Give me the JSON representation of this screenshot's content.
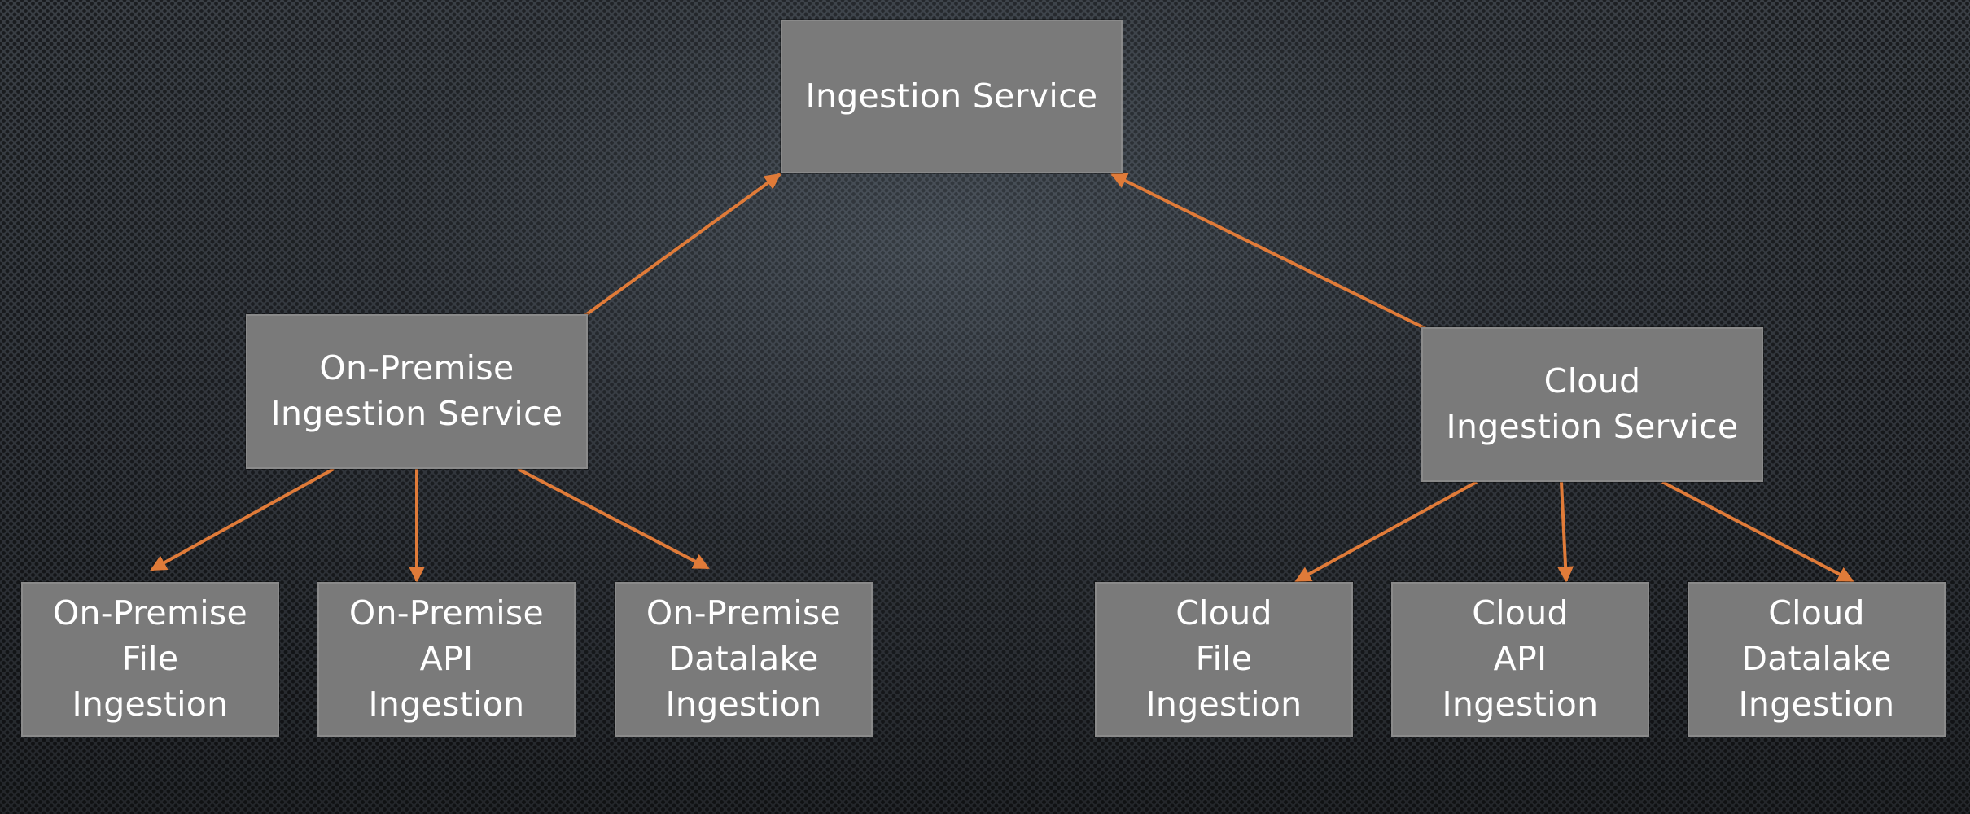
{
  "colors": {
    "node_fill": "#7a7a7a",
    "node_text": "#ffffff",
    "edge": "#e07b39",
    "background": "#2e3237"
  },
  "nodes": {
    "root": {
      "label": "Ingestion Service"
    },
    "onprem": {
      "label": "On-Premise\nIngestion Service"
    },
    "cloud": {
      "label": "Cloud\nIngestion Service"
    },
    "onprem_file": {
      "label": "On-Premise\nFile\nIngestion"
    },
    "onprem_api": {
      "label": "On-Premise\nAPI\nIngestion"
    },
    "onprem_datalake": {
      "label": "On-Premise\nDatalake\nIngestion"
    },
    "cloud_file": {
      "label": "Cloud\nFile\nIngestion"
    },
    "cloud_api": {
      "label": "Cloud\nAPI\nIngestion"
    },
    "cloud_datalake": {
      "label": "Cloud\nDatalake\nIngestion"
    }
  },
  "edges": [
    {
      "from": "onprem",
      "to": "root"
    },
    {
      "from": "cloud",
      "to": "root"
    },
    {
      "from": "onprem",
      "to": "onprem_file"
    },
    {
      "from": "onprem",
      "to": "onprem_api"
    },
    {
      "from": "onprem",
      "to": "onprem_datalake"
    },
    {
      "from": "cloud",
      "to": "cloud_file"
    },
    {
      "from": "cloud",
      "to": "cloud_api"
    },
    {
      "from": "cloud",
      "to": "cloud_datalake"
    }
  ]
}
